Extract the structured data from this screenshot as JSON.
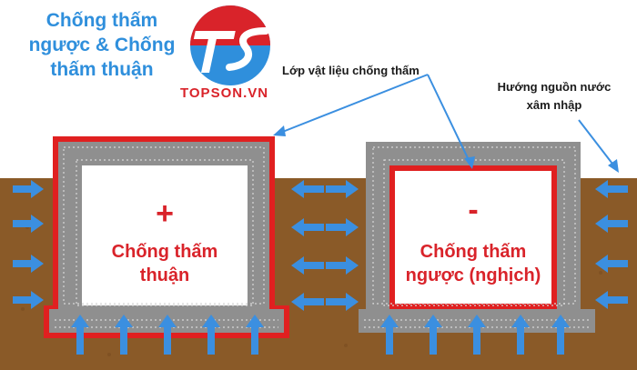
{
  "title": {
    "line1": "Chống thấm",
    "line2": "ngược & Chống",
    "line3": "thấm thuận"
  },
  "logo": {
    "letters": "TS",
    "brand": "TOPSON.VN",
    "brand_color": "#d9232a",
    "accent_color": "#2f8fdc"
  },
  "labels": {
    "membrane": "Lớp vật liệu chống thấm",
    "water_direction_line1": "Hướng nguồn nước",
    "water_direction_line2": "xâm nhập"
  },
  "left_box": {
    "sign": "+",
    "line1": "Chống thấm",
    "line2": "thuận"
  },
  "right_box": {
    "sign": "-",
    "line1": "Chống thấm",
    "line2": "ngược (nghịch)"
  },
  "colors": {
    "soil": "#8a5a28",
    "concrete": "#8f8f8f",
    "membrane": "#e02020",
    "arrow": "#3b8fe0"
  }
}
